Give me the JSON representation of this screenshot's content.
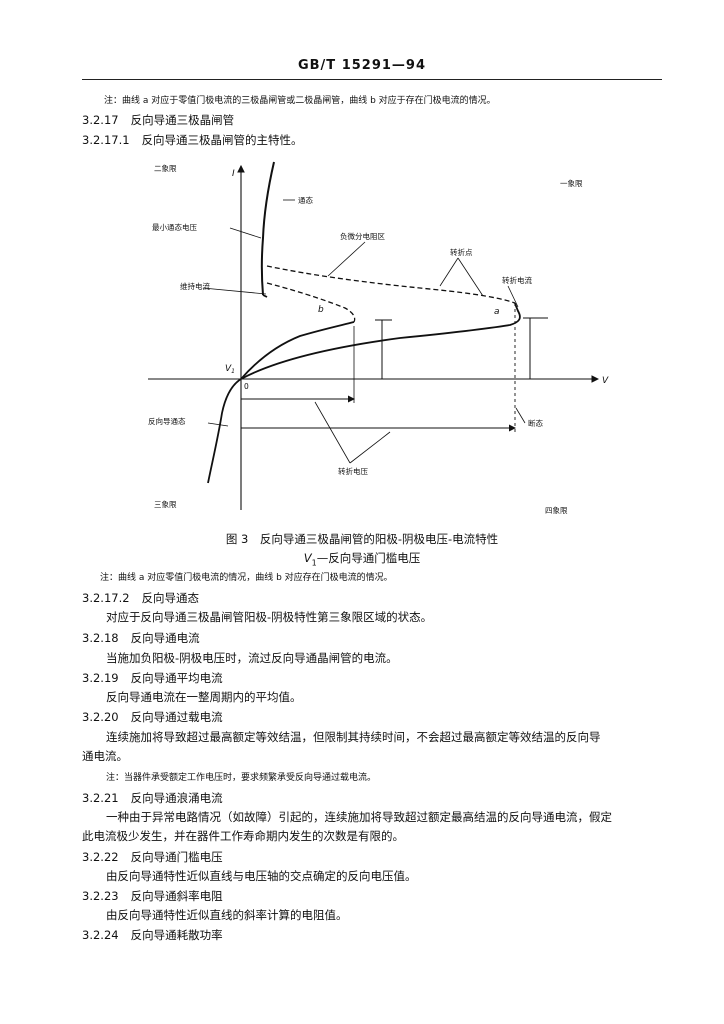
{
  "header": {
    "title": "GB/T 15291—94"
  },
  "note_top": "注：曲线 a 对应于零值门极电流的三极晶闸管或二极晶闸管，曲线 b 对应于存在门极电流的情况。",
  "s3_2_17": {
    "num": "3.2.17",
    "title": "反向导通三极晶闸管"
  },
  "s3_2_17_1": {
    "num": "3.2.17.1",
    "title": "反向导通三极晶闸管的主特性。"
  },
  "figure": {
    "q2": "二象限",
    "q1": "一象限",
    "q3": "三象限",
    "q4": "四象限",
    "axis_i": "I",
    "axis_v": "V",
    "origin": "0",
    "v1": "V",
    "v1_sub": "1",
    "on_state": "通态",
    "min_on_voltage": "最小通态电压",
    "neg_resistance": "负微分电阻区",
    "breakover_point": "转折点",
    "holding_current": "维持电流",
    "breakover_current": "转折电流",
    "curve_a": "a",
    "curve_b": "b",
    "reverse_conduct": "反向导通态",
    "off_state": "断态",
    "breakover_voltage": "转折电压"
  },
  "caption1": "图 3　反向导通三极晶闸管的阳极-阴极电压-电流特性",
  "caption2_sym": "V",
  "caption2_sub": "1",
  "caption2_text": "—反向导通门槛电压",
  "note_fig": "注：曲线 a 对应零值门极电流的情况，曲线 b 对应存在门极电流的情况。",
  "s3_2_17_2": {
    "num": "3.2.17.2",
    "title": "反向导通态",
    "text": "对应于反向导通三极晶闸管阳极-阴极特性第三象限区域的状态。"
  },
  "s3_2_18": {
    "num": "3.2.18",
    "title": "反向导通电流",
    "text": "当施加负阳极-阴极电压时，流过反向导通晶闸管的电流。"
  },
  "s3_2_19": {
    "num": "3.2.19",
    "title": "反向导通平均电流",
    "text": "反向导通电流在一整周期内的平均值。"
  },
  "s3_2_20": {
    "num": "3.2.20",
    "title": "反向导通过载电流",
    "text1": "连续施加将导致超过最高额定等效结温，但限制其持续时间，不会超过最高额定等效结温的反向导",
    "text2": "通电流。",
    "note": "注：当器件承受额定工作电压时，要求频繁承受反向导通过载电流。"
  },
  "s3_2_21": {
    "num": "3.2.21",
    "title": "反向导通浪涌电流",
    "text1": "一种由于异常电路情况（如故障）引起的，连续施加将导致超过额定最高结温的反向导通电流，假定",
    "text2": "此电流极少发生，并在器件工作寿命期内发生的次数是有限的。"
  },
  "s3_2_22": {
    "num": "3.2.22",
    "title": "反向导通门槛电压",
    "text": "由反向导通特性近似直线与电压轴的交点确定的反向电压值。"
  },
  "s3_2_23": {
    "num": "3.2.23",
    "title": "反向导通斜率电阻",
    "text": "由反向导通特性近似直线的斜率计算的电阻值。"
  },
  "s3_2_24": {
    "num": "3.2.24",
    "title": "反向导通耗散功率"
  }
}
